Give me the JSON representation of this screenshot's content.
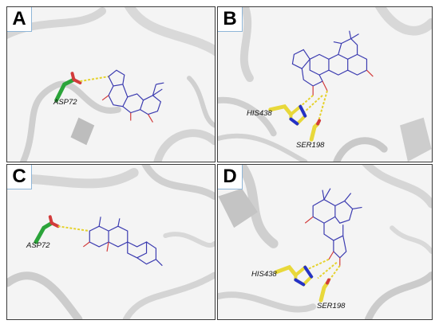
{
  "colors": {
    "background_ribbon": "#c8c8c8",
    "ligand": "#2b2ba8",
    "oxygen": "#d23b3b",
    "nitrogen": "#2432c8",
    "carbon_green": "#2ba43a",
    "carbon_yellow": "#e8d83a",
    "hbond": "#e5d22c"
  },
  "panels": {
    "a": {
      "letter": "A",
      "residues": [
        "ASP72"
      ]
    },
    "b": {
      "letter": "B",
      "residues": [
        "HIS438",
        "SER198"
      ]
    },
    "c": {
      "letter": "C",
      "residues": [
        "ASP72"
      ]
    },
    "d": {
      "letter": "D",
      "residues": [
        "HIS438",
        "SER198"
      ]
    }
  }
}
